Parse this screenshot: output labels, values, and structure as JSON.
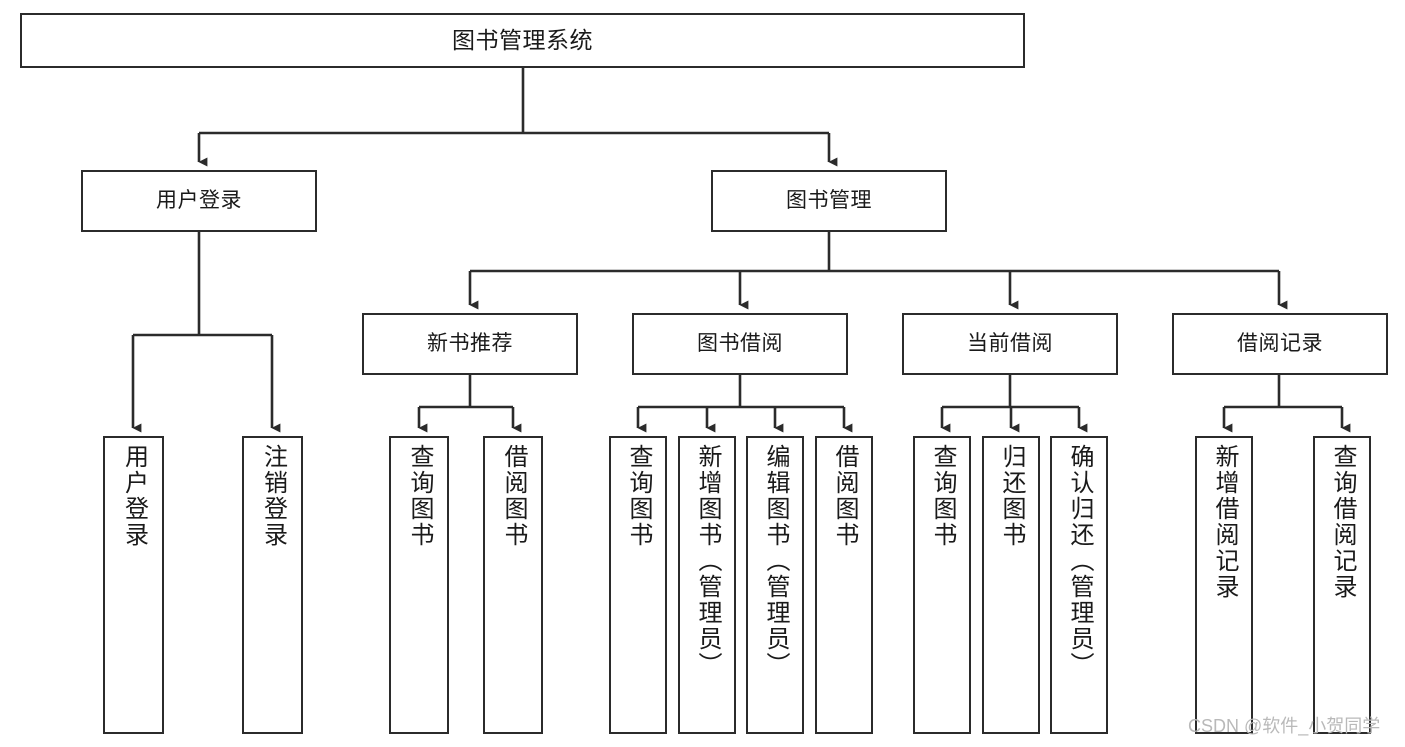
{
  "diagram": {
    "type": "tree-hierarchy-chart",
    "title": "图书管理系统",
    "watermark": "CSDN @软件_小贺同学",
    "colors": {
      "box_border": "#2b2b2b",
      "box_fill": "#ffffff",
      "connector": "#2b2b2b",
      "text": "#1a1a1a",
      "watermark": "#b9b9b9"
    },
    "nodes": {
      "root": {
        "label": "图书管理系统"
      },
      "level2": [
        {
          "id": "user-login",
          "label": "用户登录"
        },
        {
          "id": "book-manage",
          "label": "图书管理"
        }
      ],
      "level3": [
        {
          "id": "new-book-recommend",
          "label": "新书推荐"
        },
        {
          "id": "book-borrow",
          "label": "图书借阅"
        },
        {
          "id": "current-borrow",
          "label": "当前借阅"
        },
        {
          "id": "borrow-record",
          "label": "借阅记录"
        }
      ],
      "leaves": {
        "user-login": [
          {
            "id": "leaf-user-login",
            "label": "用户登录"
          },
          {
            "id": "leaf-logout-login",
            "label": "注销登录"
          }
        ],
        "new-book-recommend": [
          {
            "id": "leaf-query-book-1",
            "label": "查询图书"
          },
          {
            "id": "leaf-borrow-book-1",
            "label": "借阅图书"
          }
        ],
        "book-borrow": [
          {
            "id": "leaf-query-book-2",
            "label": "查询图书"
          },
          {
            "id": "leaf-add-book",
            "label": "新增图书（管理员）"
          },
          {
            "id": "leaf-edit-book",
            "label": "编辑图书（管理员）"
          },
          {
            "id": "leaf-borrow-book-2",
            "label": "借阅图书"
          }
        ],
        "current-borrow": [
          {
            "id": "leaf-query-book-3",
            "label": "查询图书"
          },
          {
            "id": "leaf-return-book",
            "label": "归还图书"
          },
          {
            "id": "leaf-confirm-return",
            "label": "确认归还（管理员）"
          }
        ],
        "borrow-record": [
          {
            "id": "leaf-add-record",
            "label": "新增借阅记录"
          },
          {
            "id": "leaf-query-record",
            "label": "查询借阅记录"
          }
        ]
      }
    }
  }
}
